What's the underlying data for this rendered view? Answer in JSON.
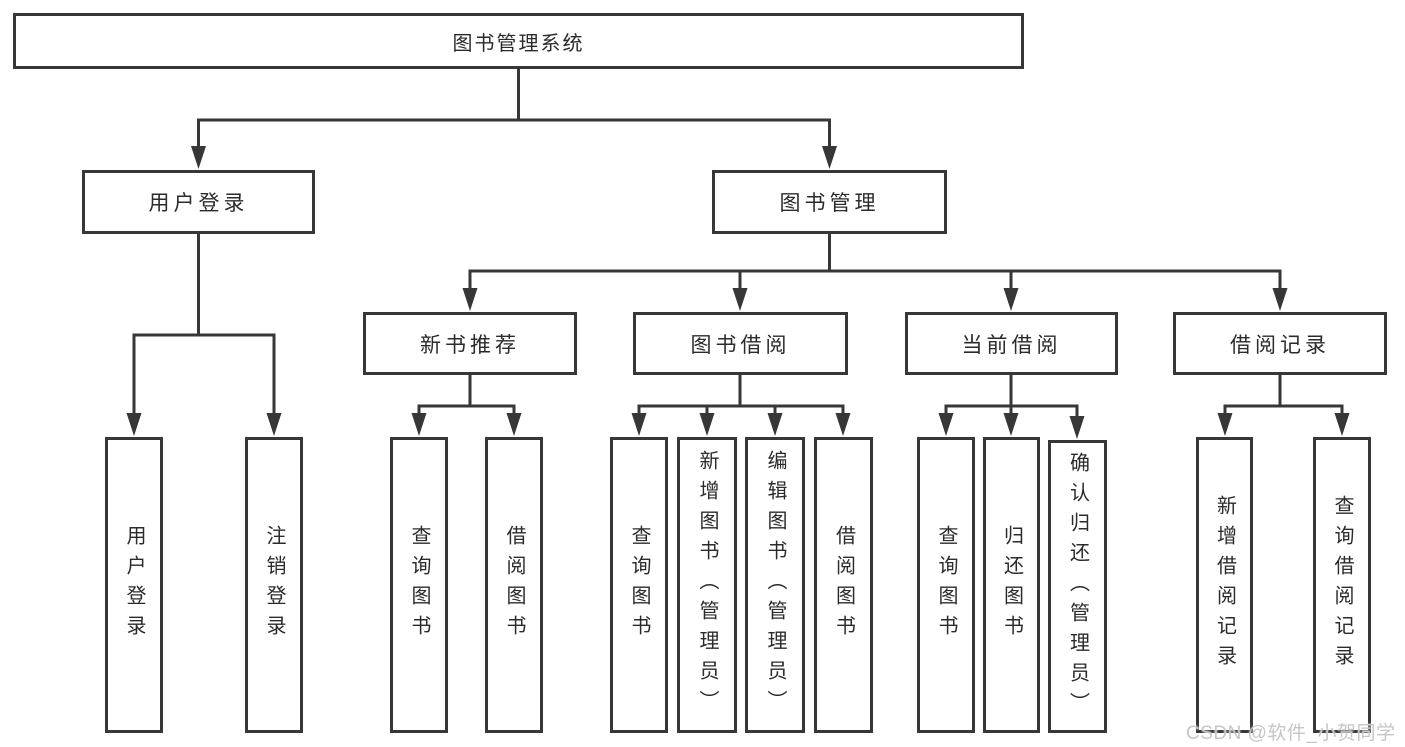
{
  "diagram_type": "hierarchy-tree",
  "watermark": "CSDN @软件_小贺同学",
  "colors": {
    "line": "#373737",
    "box_border": "#373737",
    "box_fill": "#ffffff",
    "text": "#2b2b2b",
    "watermark": "#c6c6c6",
    "background": "#ffffff"
  },
  "tree": {
    "label": "图书管理系统",
    "children": [
      {
        "label": "用户登录",
        "children": [
          {
            "label": "用户登录"
          },
          {
            "label": "注销登录"
          }
        ]
      },
      {
        "label": "图书管理",
        "children": [
          {
            "label": "新书推荐",
            "children": [
              {
                "label": "查询图书"
              },
              {
                "label": "借阅图书"
              }
            ]
          },
          {
            "label": "图书借阅",
            "children": [
              {
                "label": "查询图书"
              },
              {
                "label": "新增图书（管理员）"
              },
              {
                "label": "编辑图书（管理员）"
              },
              {
                "label": "借阅图书"
              }
            ]
          },
          {
            "label": "当前借阅",
            "children": [
              {
                "label": "查询图书"
              },
              {
                "label": "归还图书"
              },
              {
                "label": "确认归还（管理员）"
              }
            ]
          },
          {
            "label": "借阅记录",
            "children": [
              {
                "label": "新增借阅记录"
              },
              {
                "label": "查询借阅记录"
              }
            ]
          }
        ]
      }
    ]
  }
}
